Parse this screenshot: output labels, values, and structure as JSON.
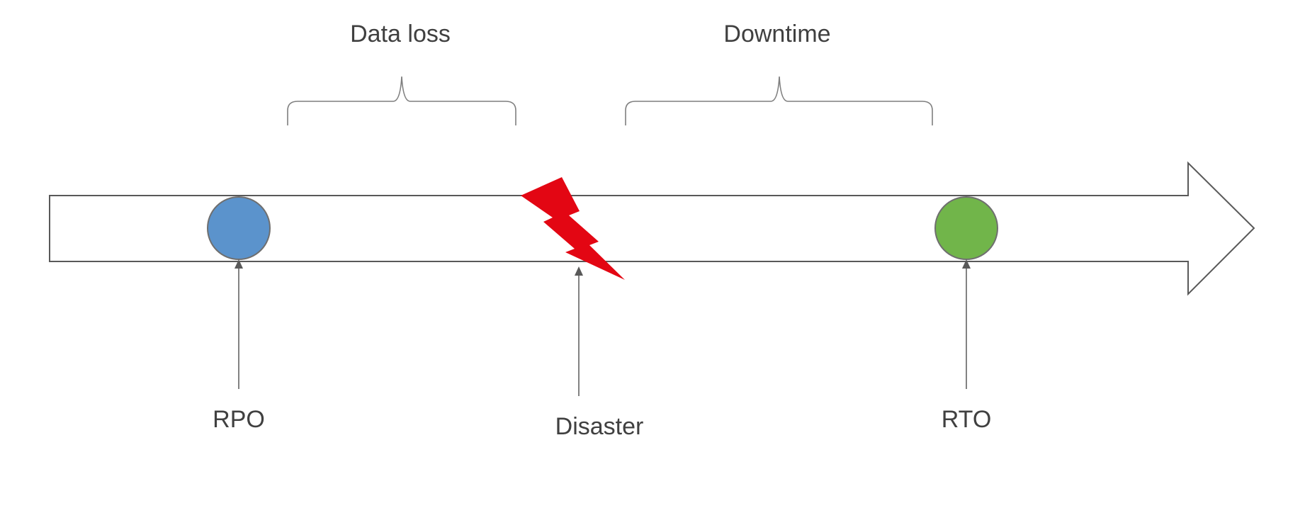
{
  "periods": {
    "data_loss": "Data loss",
    "downtime": "Downtime"
  },
  "markers": {
    "rpo": "RPO",
    "disaster": "Disaster",
    "rto": "RTO"
  },
  "colors": {
    "rpo_dot": "#5b93cc",
    "rto_dot": "#71b54a",
    "disaster_bolt": "#e30613",
    "timeline_stroke": "#595959",
    "label_text": "#404040"
  }
}
